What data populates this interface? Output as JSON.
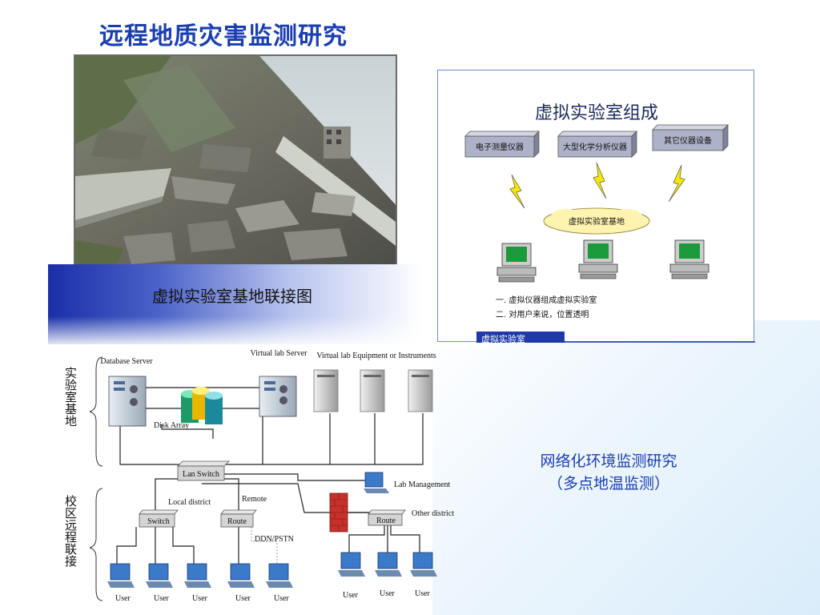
{
  "slide": {
    "title": "远程地质灾害监测研究",
    "caption": "虚拟实验室基地联接图",
    "right_text_line1": "网络化环境监测研究",
    "right_text_line2": "（多点地温监测）"
  },
  "virtual_lab": {
    "title": "虚拟实验室组成",
    "instrument_1": "电子测量仪器",
    "instrument_2": "大型化学分析仪器",
    "instrument_3": "其它仪器设备",
    "cloud": "虚拟实验室基地",
    "note_1": "一. 虚拟仪器组成虚拟实验室",
    "note_2": "二. 对用户来说，位置透明",
    "tab": "虚拟实验室"
  },
  "network": {
    "group_lab": "实验室基地",
    "group_campus": "校区远程联接",
    "database_server": "Database Server",
    "vlab_server": "Virtual lab Server",
    "vlab_equipment": "Virtual lab Equipment or Instruments",
    "disk_array": "Disk Array",
    "lan_switch": "Lan Switch",
    "local_district": "Local district",
    "remote": "Remote",
    "switch": "Switch",
    "route": "Route",
    "ddn_pstn": "DDN/PSTN",
    "lab_management": "Lab Management",
    "other_district": "Other district",
    "user": "User"
  },
  "colors": {
    "title_blue": "#1a3eb0",
    "band_blue": "#1a2fa8",
    "lightning": "#f5e800",
    "cloud": "#fff3b0",
    "tab_bg": "#1f3aa8"
  }
}
